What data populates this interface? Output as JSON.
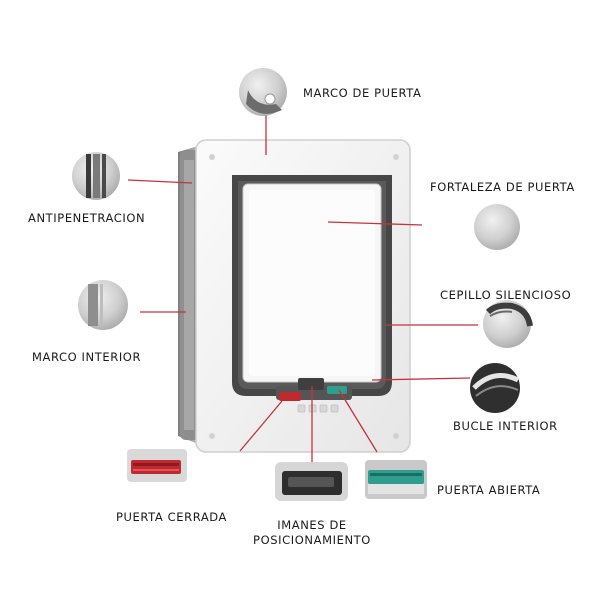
{
  "labels": {
    "marco_de_puerta": "MARCO DE PUERTA",
    "fortaleza_de_puerta": "FORTALEZA DE PUERTA",
    "cepillo_silencioso": "CEPILLO SILENCIOSO",
    "bucle_interior": "BUCLE INTERIOR",
    "puerta_abierta": "PUERTA ABIERTA",
    "imanes_line1": "IMANES DE",
    "imanes_line2": "POSICIONAMIENTO",
    "puerta_cerrada": "PUERTA CERRADA",
    "marco_interior": "MARCO INTERIOR",
    "antipenetracion": "ANTIPENETRACION"
  },
  "colors": {
    "leader_line": "#c8323a",
    "frame_fill": "#f2f2f2",
    "frame_edge": "#d0d0d0",
    "back_frame": "#9a9a9a",
    "gasket": "#3a3a3a",
    "closed_latch": "#c0292f",
    "open_latch": "#2f9e8e"
  }
}
